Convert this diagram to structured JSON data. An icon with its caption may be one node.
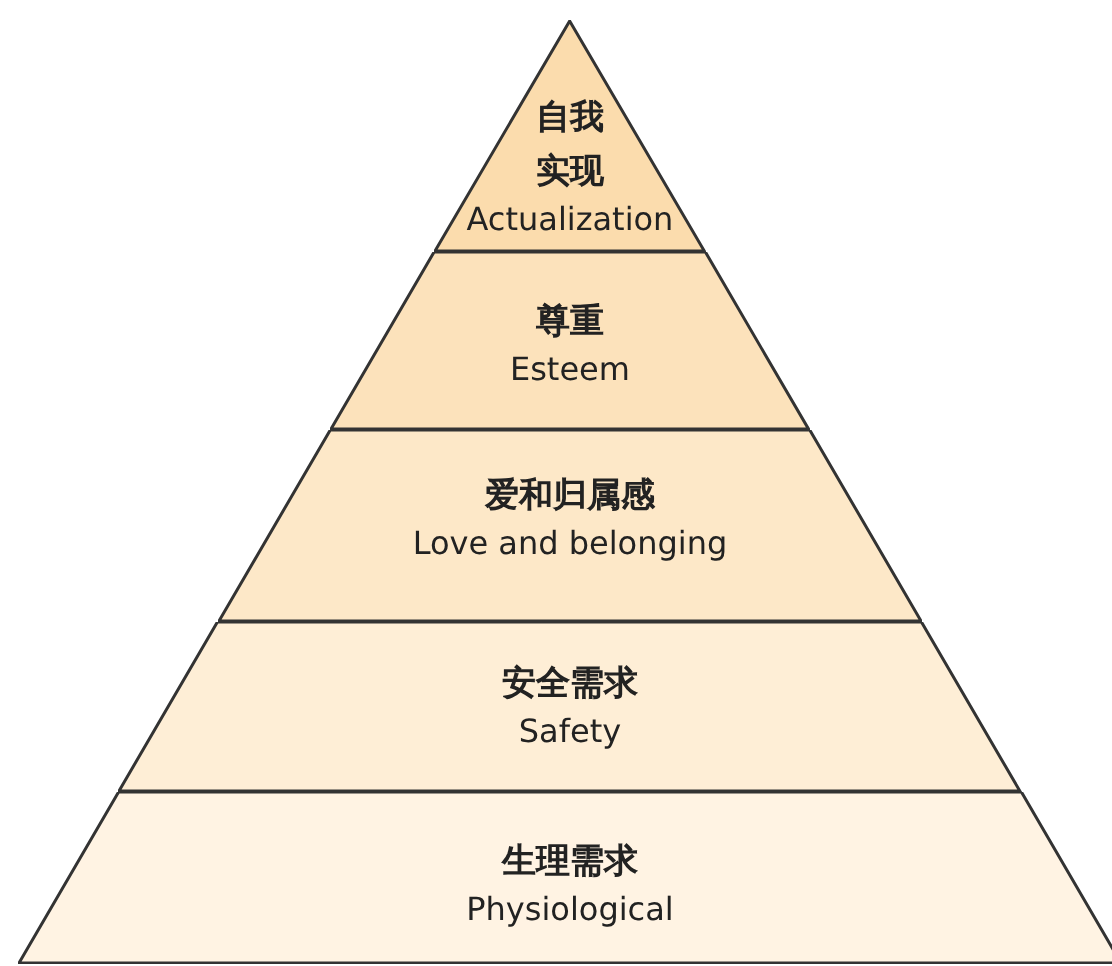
{
  "diagram": {
    "nodes": [
      {
        "text": [
          "自我实现",
          "Actualization"
        ]
      },
      {
        "text": [
          "尊重",
          "Esteem"
        ]
      },
      {
        "text": [
          "爱和归属感",
          "Love and belonging"
        ]
      },
      {
        "text": [
          "安全需求",
          "Safety"
        ]
      },
      {
        "text": [
          "生理需求",
          "Physiological"
        ]
      }
    ]
  }
}
